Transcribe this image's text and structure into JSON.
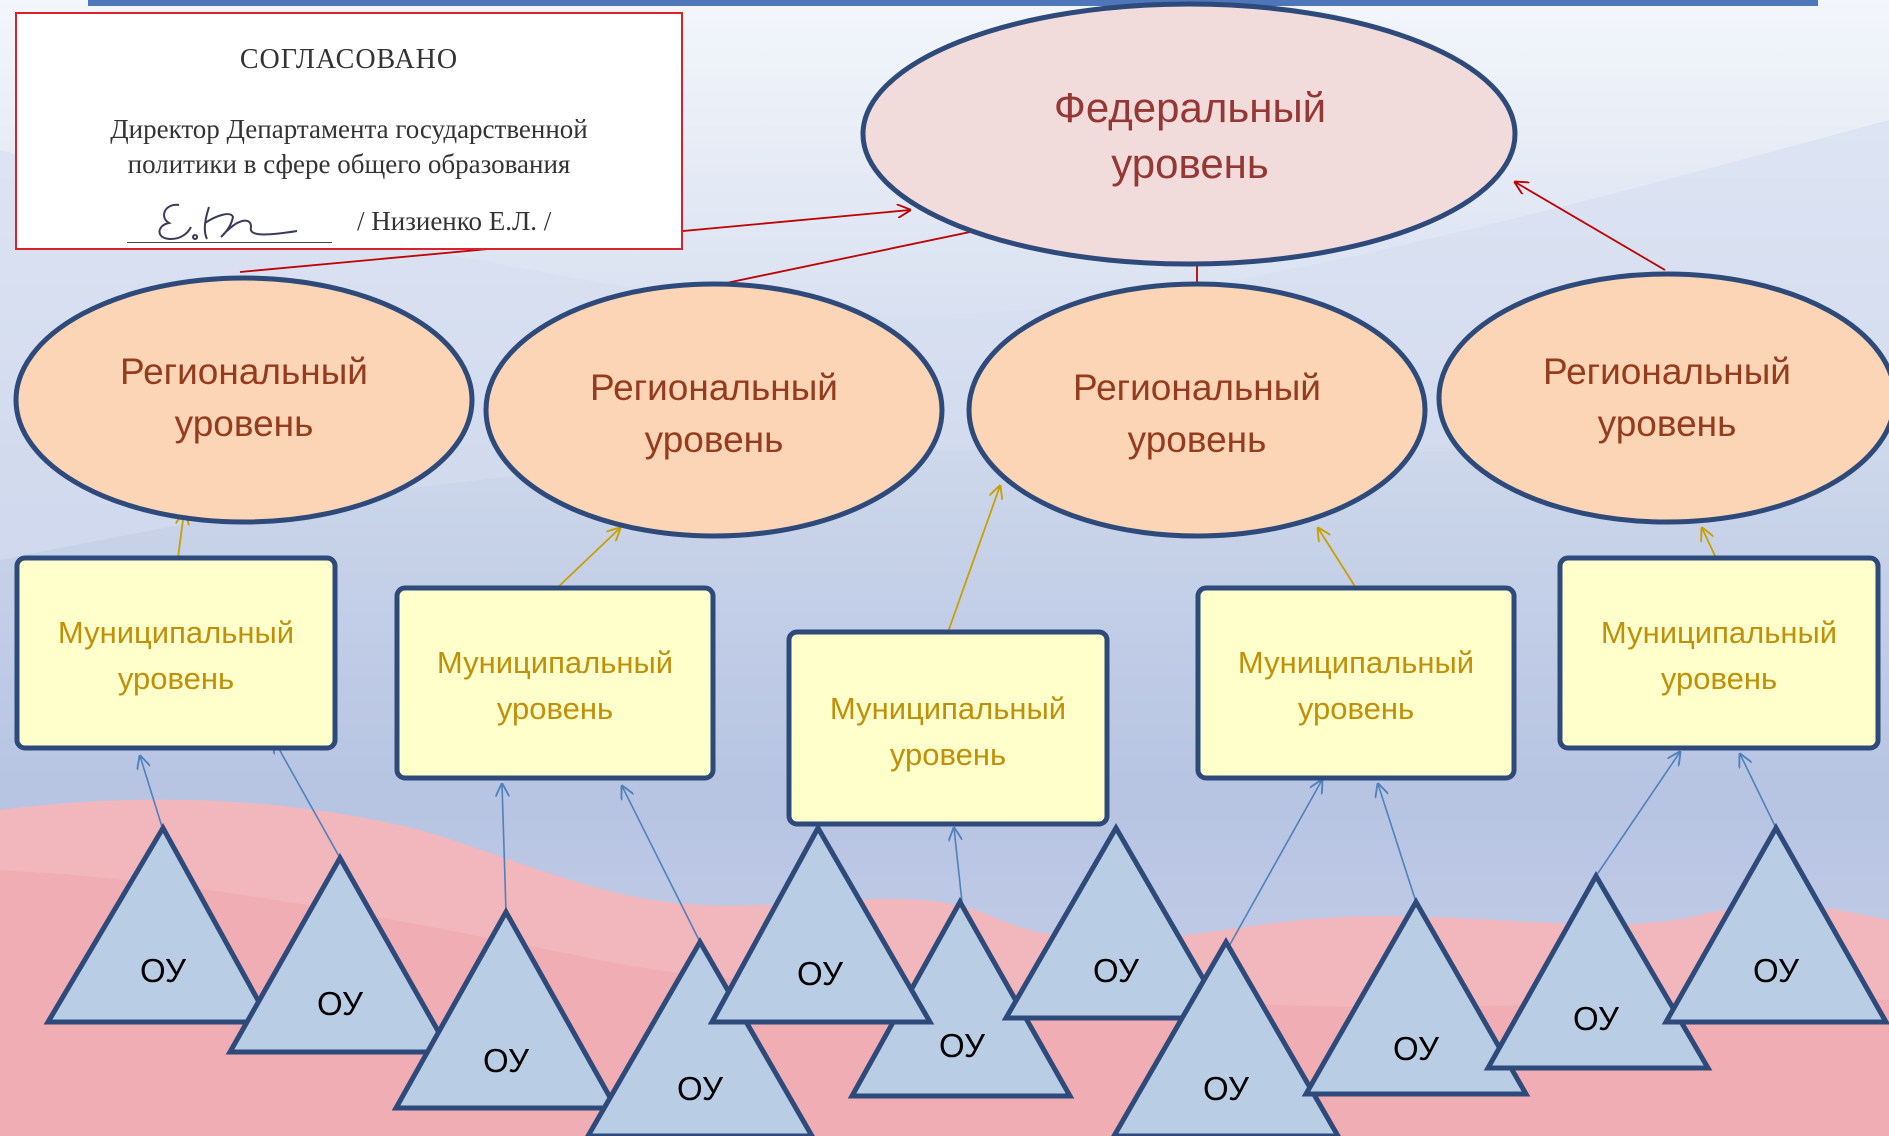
{
  "stamp": {
    "title": "СОГЛАСОВАНО",
    "role_line1": "Директор Департамента государственной",
    "role_line2": "политики в сфере общего образования",
    "name": "/ Низиенко Е.Л. /"
  },
  "federal": {
    "line1": "Федеральный",
    "line2": "уровень"
  },
  "regional": [
    {
      "line1": "Региональный",
      "line2": "уровень"
    },
    {
      "line1": "Региональный",
      "line2": "уровень"
    },
    {
      "line1": "Региональный",
      "line2": "уровень"
    },
    {
      "line1": "Региональный",
      "line2": "уровень"
    }
  ],
  "municipal": [
    {
      "line1": "Муниципальный",
      "line2": "уровень"
    },
    {
      "line1": "Муниципальный",
      "line2": "уровень"
    },
    {
      "line1": "Муниципальный",
      "line2": "уровень"
    },
    {
      "line1": "Муниципальный",
      "line2": "уровень"
    },
    {
      "line1": "Муниципальный",
      "line2": "уровень"
    }
  ],
  "school_label": "ОУ",
  "colors": {
    "federal_fill": "#f2dcdb",
    "regional_fill": "#fbd5b5",
    "municipal_fill": "#ffffcc",
    "school_fill": "#b9cde5",
    "outline": "#2e4a7a",
    "arrow_red": "#c00000",
    "arrow_gold": "#c8a000",
    "arrow_blue": "#4f81bd"
  }
}
